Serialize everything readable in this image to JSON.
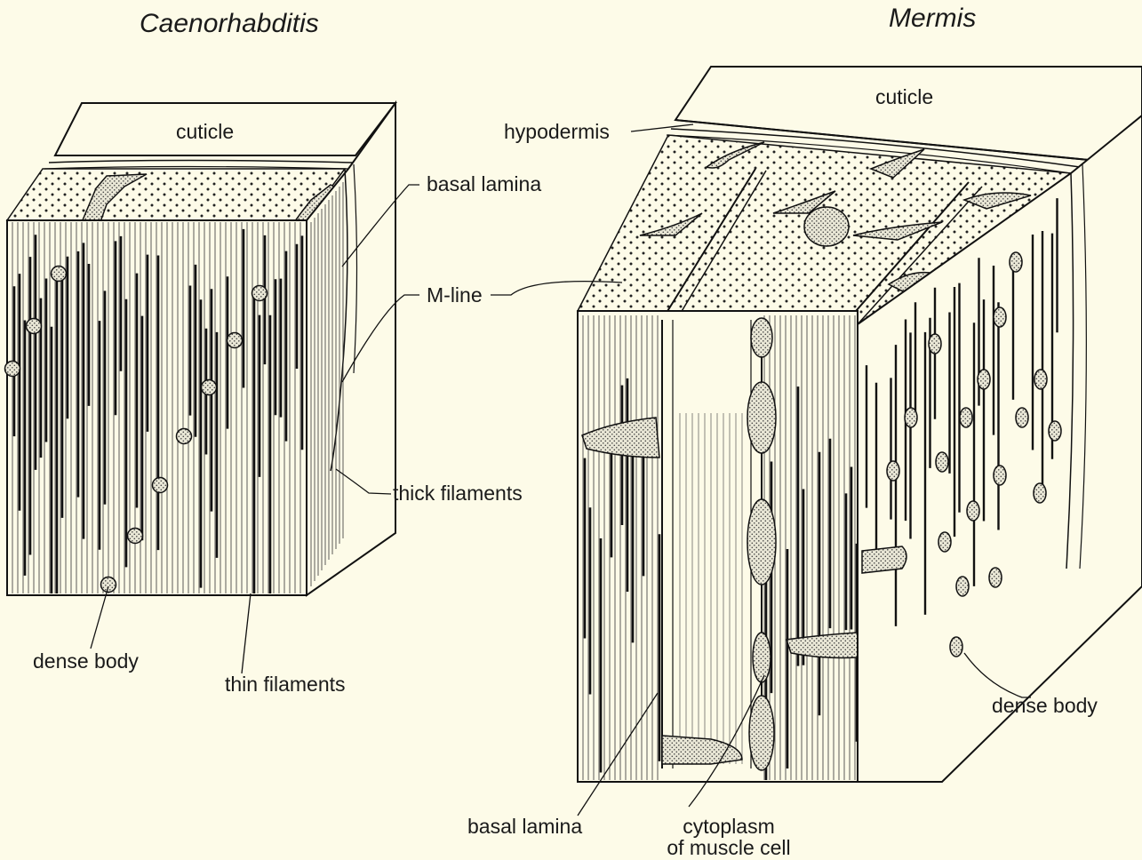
{
  "titles": {
    "left": "Caenorhabditis",
    "right": "Mermis"
  },
  "labels": {
    "left_cuticle": "cuticle",
    "left_basal_lamina": "basal lamina",
    "m_line": "M-line",
    "thick_filaments": "thick filaments",
    "left_dense_body": "dense body",
    "thin_filaments": "thin filaments",
    "right_cuticle": "cuticle",
    "hypodermis": "hypodermis",
    "right_dense_body": "dense body",
    "right_basal_lamina": "basal lamina",
    "cytoplasm_line1": "cytoplasm",
    "cytoplasm_line2": "of muscle cell"
  },
  "colors": {
    "background": "#fdfbe8",
    "ink": "#1a1a1a",
    "stipple_fill": "#b9b7a8"
  }
}
